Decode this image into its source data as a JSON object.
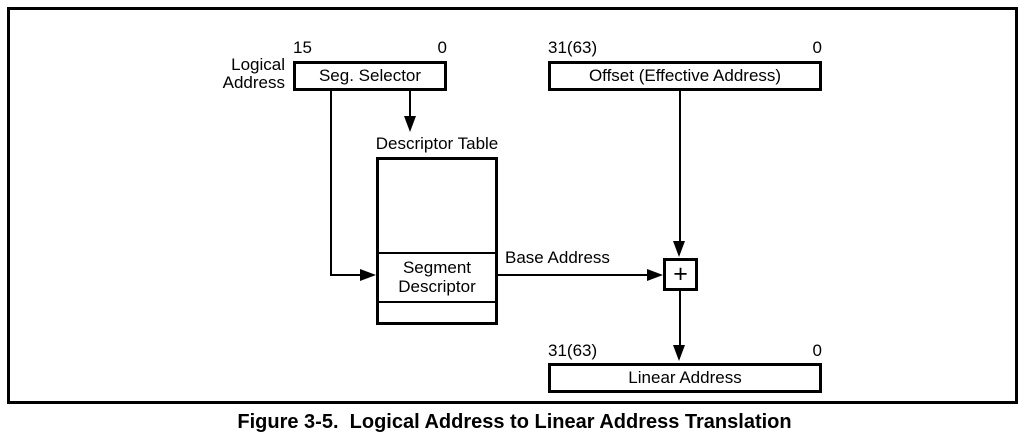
{
  "figure": {
    "caption": "Figure 3-5.  Logical Address to Linear Address Translation"
  },
  "logical_address": {
    "line1": "Logical",
    "line2": "Address"
  },
  "seg_selector": {
    "bit_high": "15",
    "bit_low": "0",
    "label": "Seg. Selector"
  },
  "offset": {
    "bit_high": "31(63)",
    "bit_low": "0",
    "label": "Offset (Effective Address)"
  },
  "descriptor_table": {
    "title": "Descriptor Table",
    "entry_line1": "Segment",
    "entry_line2": "Descriptor"
  },
  "base_address": {
    "label": "Base Address"
  },
  "adder": {
    "symbol": "+"
  },
  "linear_address": {
    "bit_high": "31(63)",
    "bit_low": "0",
    "label": "Linear Address"
  },
  "colors": {
    "line": "#000000",
    "background": "#ffffff"
  }
}
